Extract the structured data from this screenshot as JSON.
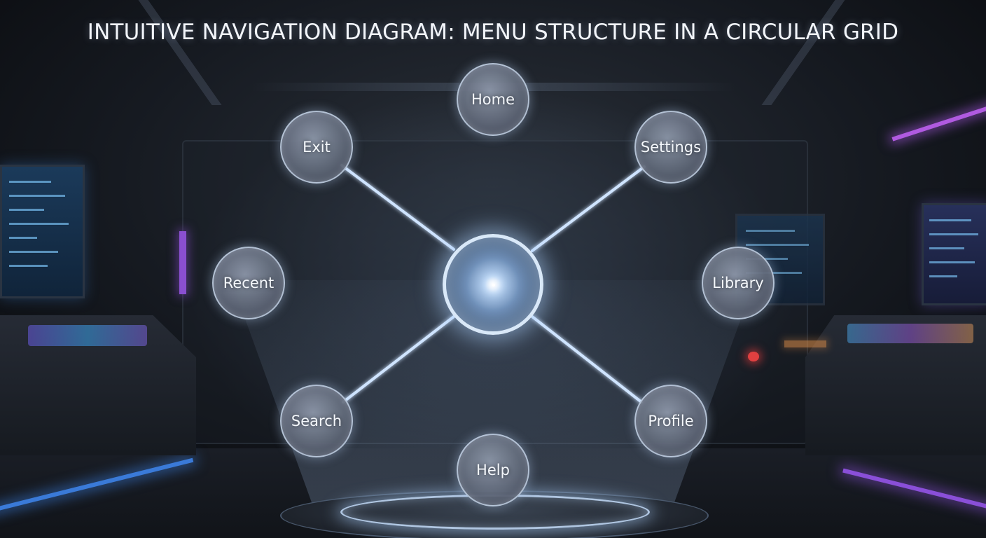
{
  "title": "INTUITIVE NAVIGATION DIAGRAM: MENU STRUCTURE IN A CIRCULAR GRID",
  "hub": {
    "icon": "glow-orb-icon"
  },
  "nodes": [
    {
      "id": "home",
      "label": "Home"
    },
    {
      "id": "settings",
      "label": "Settings"
    },
    {
      "id": "library",
      "label": "Library"
    },
    {
      "id": "profile",
      "label": "Profile"
    },
    {
      "id": "help",
      "label": "Help"
    },
    {
      "id": "search",
      "label": "Search"
    },
    {
      "id": "recent",
      "label": "Recent"
    },
    {
      "id": "exit",
      "label": "Exit"
    }
  ],
  "colors": {
    "connector": "#cfe4ff",
    "hub_ring": "#e1f0ff",
    "node_fill": "#5c6474",
    "label": "#f4f7fb"
  }
}
